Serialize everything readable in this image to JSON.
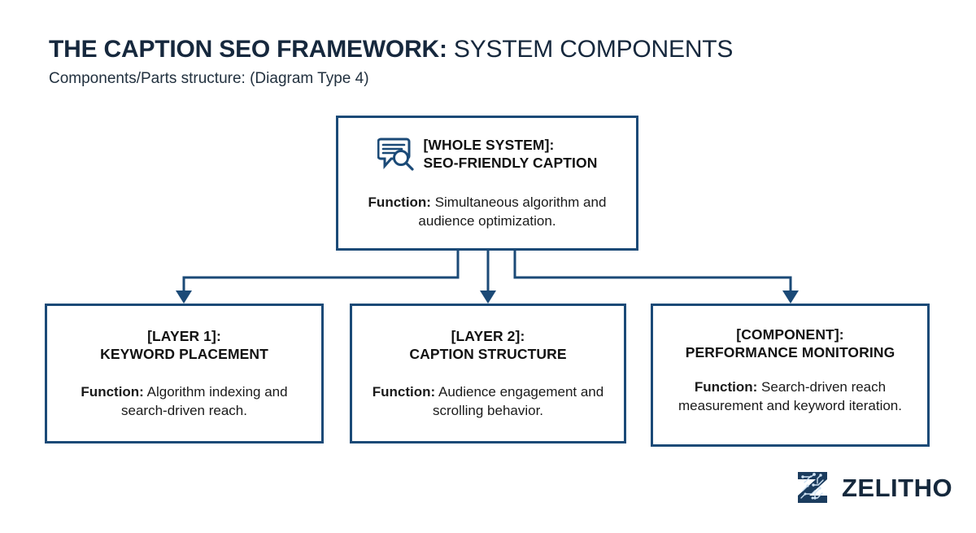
{
  "header": {
    "title_bold": "THE CAPTION SEO FRAMEWORK:",
    "title_light": " SYSTEM COMPONENTS",
    "subtitle": "Components/Parts structure: (Diagram Type 4)"
  },
  "colors": {
    "border": "#1b4a77",
    "connector": "#1b4a77",
    "title": "#16283d",
    "text": "#121212",
    "logo": "#15283c",
    "background": "#ffffff"
  },
  "diagram": {
    "type": "components-parts-hierarchy",
    "root": {
      "icon": "caption-search-icon",
      "heading_line1": "[WHOLE SYSTEM]:",
      "heading_line2": "SEO-FRIENDLY CAPTION",
      "function_label": "Function:",
      "function_text": " Simultaneous algorithm and audience optimization."
    },
    "children": [
      {
        "heading_line1": "[LAYER 1]:",
        "heading_line2": "KEYWORD PLACEMENT",
        "function_label": "Function:",
        "function_text": " Algorithm indexing and search-driven reach."
      },
      {
        "heading_line1": "[LAYER 2]:",
        "heading_line2": "CAPTION STRUCTURE",
        "function_label": "Function:",
        "function_text": " Audience engagement and scrolling behavior."
      },
      {
        "heading_line1": "[COMPONENT]:",
        "heading_line2": "PERFORMANCE MONITORING",
        "function_label": "Function:",
        "function_text": " Search-driven reach measurement and keyword iteration."
      }
    ]
  },
  "logo": {
    "mark": "zelitho-z-circuit-icon",
    "wordmark": "ZELITHO"
  }
}
